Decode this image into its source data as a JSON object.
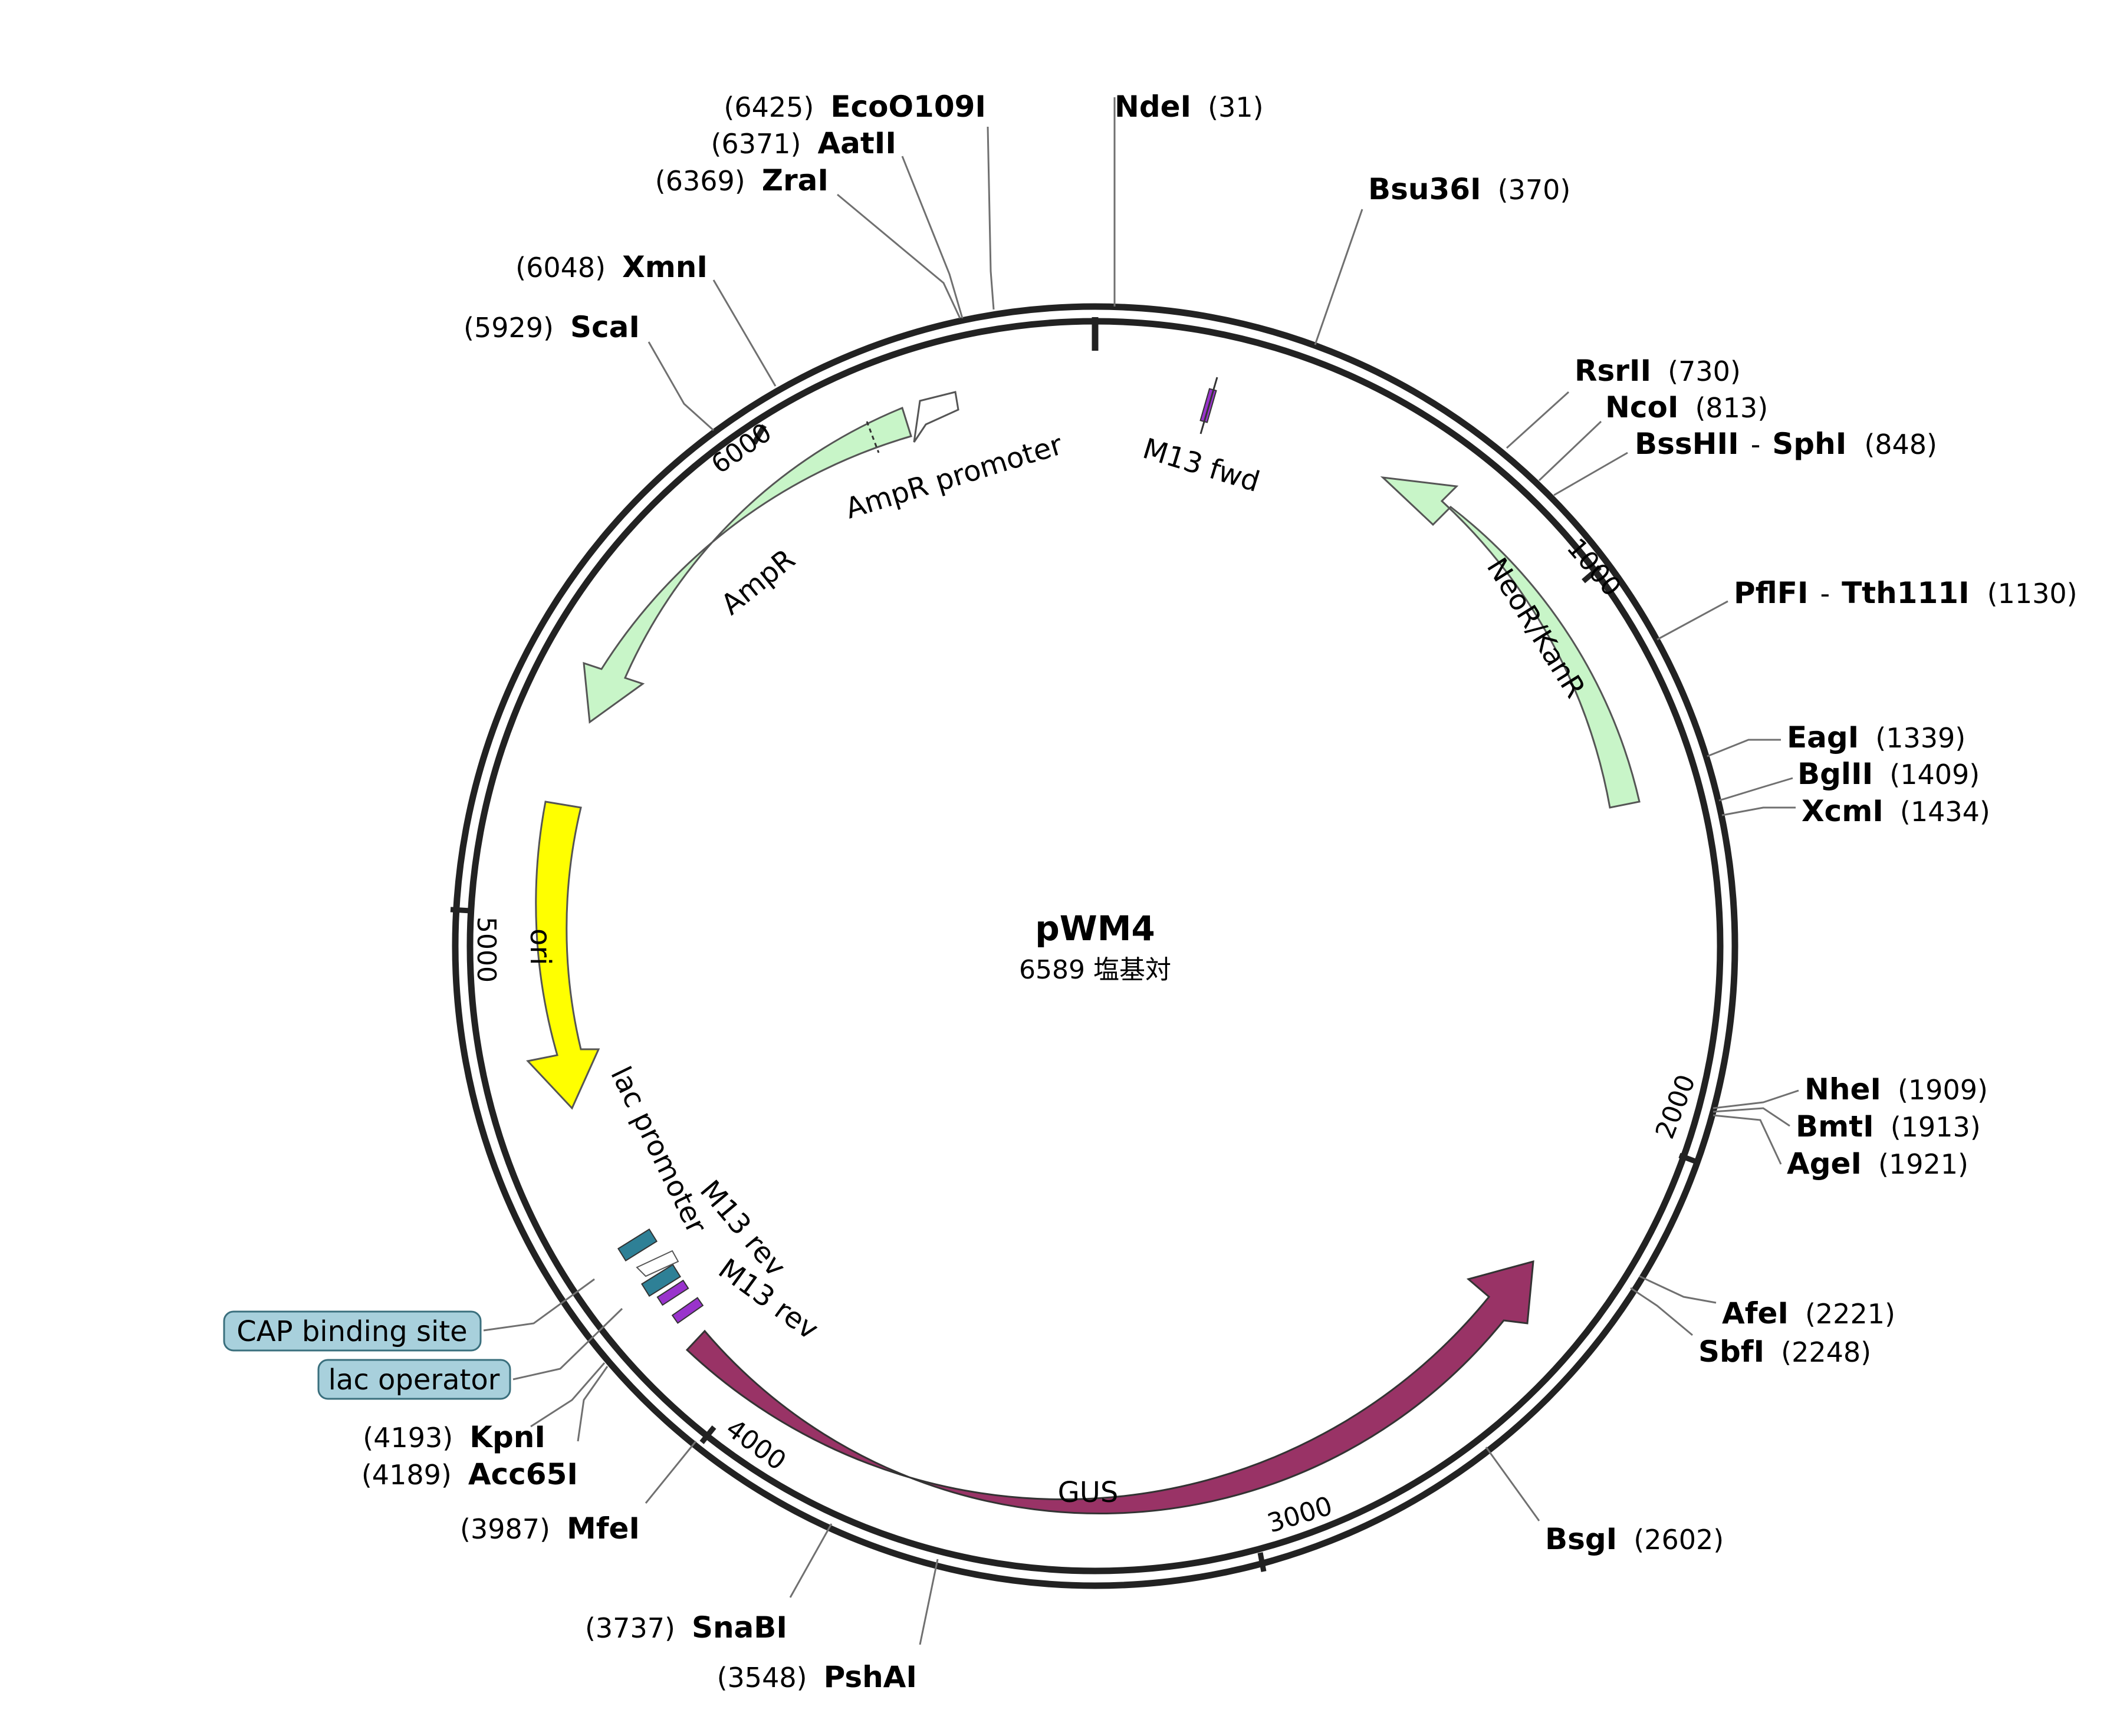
{
  "plasmid": {
    "name": "pWM4",
    "size_label": "6589 塩基対",
    "length_bp": 6589
  },
  "ticks": [
    "1000",
    "2000",
    "3000",
    "4000",
    "5000",
    "6000"
  ],
  "enzymes": [
    {
      "name": "NdeI",
      "pos": "(31)"
    },
    {
      "name": "Bsu36I",
      "pos": "(370)"
    },
    {
      "name": "RsrII",
      "pos": "(730)"
    },
    {
      "name": "NcoI",
      "pos": "(813)"
    },
    {
      "name": "BssHII",
      "pos": "(848)",
      "name2": "SphI"
    },
    {
      "name": "PflFI",
      "pos": "(1130)",
      "name2": "Tth111I"
    },
    {
      "name": "EagI",
      "pos": "(1339)"
    },
    {
      "name": "BglII",
      "pos": "(1409)"
    },
    {
      "name": "XcmI",
      "pos": "(1434)"
    },
    {
      "name": "NheI",
      "pos": "(1909)"
    },
    {
      "name": "BmtI",
      "pos": "(1913)"
    },
    {
      "name": "AgeI",
      "pos": "(1921)"
    },
    {
      "name": "AfeI",
      "pos": "(2221)"
    },
    {
      "name": "SbfI",
      "pos": "(2248)"
    },
    {
      "name": "BsgI",
      "pos": "(2602)"
    },
    {
      "name": "PshAI",
      "pos": "(3548)"
    },
    {
      "name": "SnaBI",
      "pos": "(3737)"
    },
    {
      "name": "MfeI",
      "pos": "(3987)"
    },
    {
      "name": "Acc65I",
      "pos": "(4189)"
    },
    {
      "name": "KpnI",
      "pos": "(4193)"
    },
    {
      "name": "ScaI",
      "pos": "(5929)"
    },
    {
      "name": "XmnI",
      "pos": "(6048)"
    },
    {
      "name": "ZraI",
      "pos": "(6369)"
    },
    {
      "name": "AatII",
      "pos": "(6371)"
    },
    {
      "name": "EcoO109I",
      "pos": "(6425)"
    }
  ],
  "features": [
    {
      "label": "AmpR",
      "color": "#c8f5c8"
    },
    {
      "label": "AmpR promoter",
      "color": "#ffffff"
    },
    {
      "label": "NeoR/KanR",
      "color": "#c8f5c8"
    },
    {
      "label": "ori",
      "color": "#ffff00"
    },
    {
      "label": "GUS",
      "color": "#993366"
    },
    {
      "label": "lac promoter",
      "color": "#ffffff"
    },
    {
      "label": "M13 fwd",
      "color": "#9933cc"
    },
    {
      "label": "M13 rev",
      "color": "#9933cc"
    },
    {
      "label": "M13 rev",
      "color": "#9933cc"
    }
  ],
  "boxed_features": [
    {
      "label": "CAP binding site",
      "color": "#a8d0dc"
    },
    {
      "label": "lac operator",
      "color": "#a8d0dc"
    }
  ],
  "colors": {
    "backbone": "#222222",
    "leader": "#707070",
    "small_feature": "#2e8096"
  }
}
